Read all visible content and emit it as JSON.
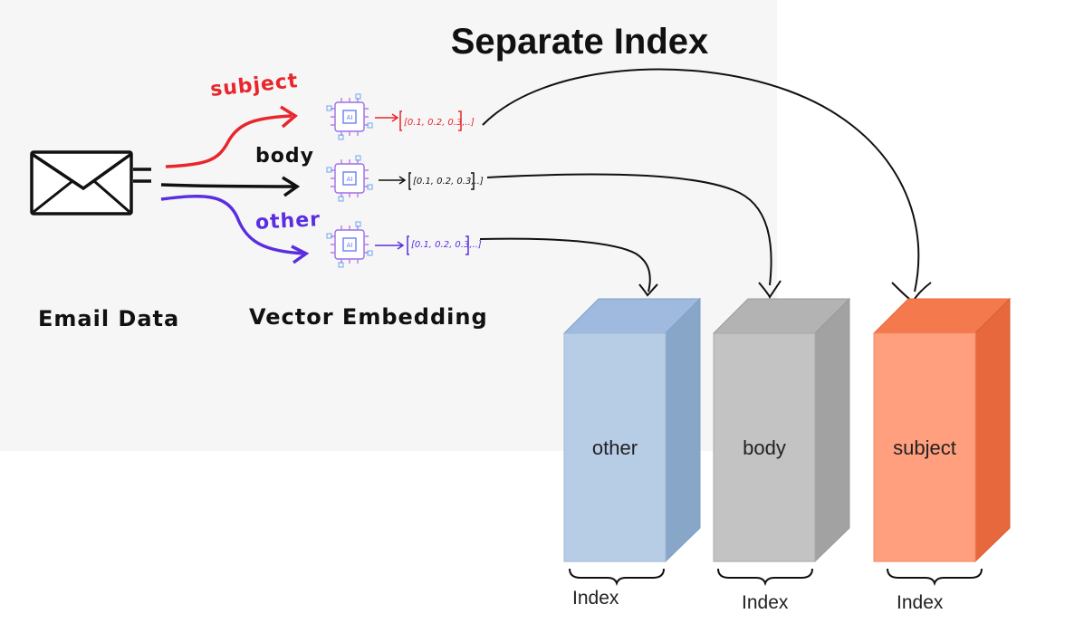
{
  "title": "Separate Index",
  "captions": {
    "email": "Email Data",
    "vector": "Vector Embedding"
  },
  "fields": {
    "subject": "subject",
    "body": "body",
    "other": "other"
  },
  "vectors": {
    "subject": "[0.1, 0.2, 0.3,..]",
    "body": "[0.1, 0.2, 0.3,..]",
    "other": "[0.1, 0.2, 0.3,..]"
  },
  "indexes": [
    {
      "label": "other",
      "caption": "Index"
    },
    {
      "label": "body",
      "caption": "Index"
    },
    {
      "label": "subject",
      "caption": "Index"
    }
  ],
  "colors": {
    "subject": "#e8262b",
    "body": "#111111",
    "other": "#5a2ee0",
    "icon": "#9b6ee8",
    "other_box": "#b7cde6",
    "body_box": "#c3c3c3",
    "subject_box": "#ff9f7e"
  },
  "icons": [
    "envelope-icon",
    "ai-chip-icon"
  ]
}
